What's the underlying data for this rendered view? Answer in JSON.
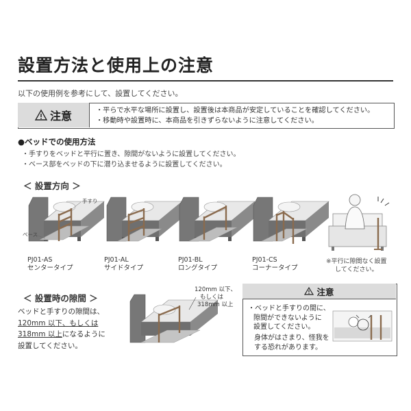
{
  "title": "設置方法と使用上の注意",
  "intro": "以下の使用例を参考にして、設置してください。",
  "caution_top": {
    "label": "注意",
    "lines": [
      "・平らで水平な場所に設置し、設置後は本商品が安定していることを確認してください。",
      "・移動時や設置時に、本商品を引きずらないように注意してください。"
    ]
  },
  "bed_usage": {
    "heading": "●ベッドでの使用方法",
    "bullets": [
      "・手すりをベッドと平行に置き、隙間がないように設置してください。",
      "・ベース部をベッドの下に潜り込ませるように設置してください。"
    ]
  },
  "orientation": {
    "heading": "＜ 設置方向 ＞",
    "label_handrail": "手すり",
    "label_base": "ベース",
    "models": [
      {
        "code": "PJ01-AS",
        "type": "センタータイプ"
      },
      {
        "code": "PJ01-AL",
        "type": "サイドタイプ"
      },
      {
        "code": "PJ01-BL",
        "type": "ロングタイプ"
      },
      {
        "code": "PJ01-CS",
        "type": "コーナータイプ"
      }
    ],
    "note_lines": [
      "※平行に隙間なく設置",
      "してください。"
    ]
  },
  "gap": {
    "heading": "＜ 設置時の隙間 ＞",
    "line1": "ベッドと手すりの隙間は、",
    "line2_u": "120mm 以下、もしくは",
    "line3_u": "318mm 以上",
    "line3_rest": "になるように",
    "line4": "設置してください。",
    "diagram_labels": [
      "120mm 以下、",
      "もしくは",
      "318mm 以上"
    ]
  },
  "caution_bottom": {
    "label": "注意",
    "lines1": [
      "・ベッドと手すりの間に、",
      "隙間ができないように",
      "設置してください。"
    ],
    "lines2": [
      "身体がはさまり、怪我を",
      "する恐れがあります。"
    ]
  }
}
